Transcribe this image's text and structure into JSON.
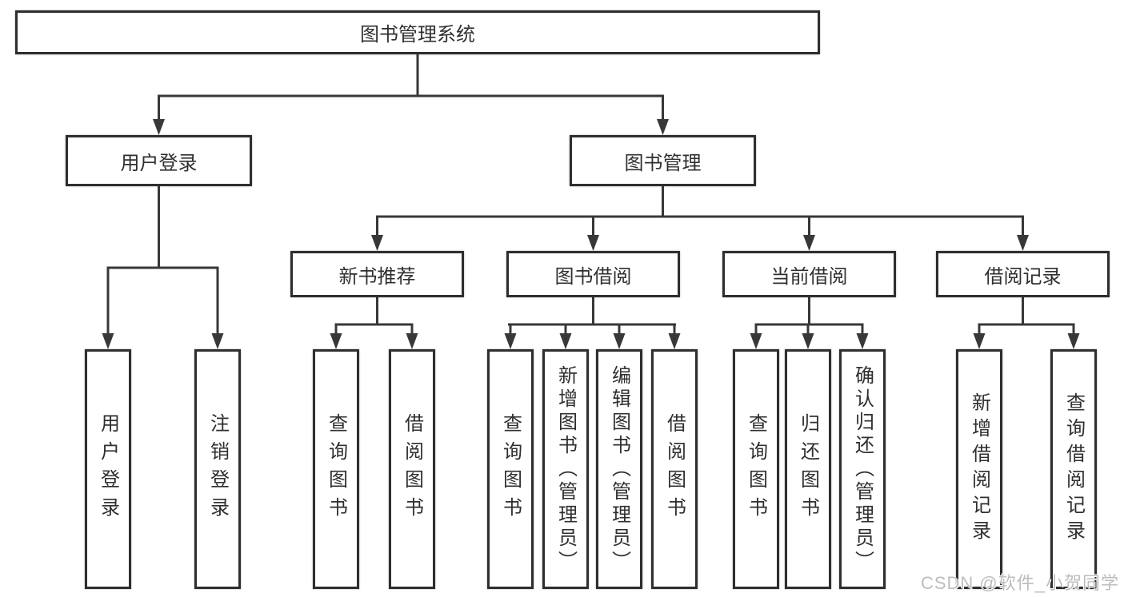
{
  "colors": {
    "line": "#383838",
    "border": "#2e2e2e",
    "text": "#2f2f2f",
    "watermark": "#bdbdbd",
    "background": "#ffffff"
  },
  "watermark": {
    "text": "CSDN @软件_小贺同学"
  },
  "tree": {
    "label": "图书管理系统",
    "children": [
      {
        "label": "用户登录",
        "children": [
          {
            "label": "用户登录"
          },
          {
            "label": "注销登录"
          }
        ]
      },
      {
        "label": "图书管理",
        "children": [
          {
            "label": "新书推荐",
            "children": [
              {
                "label": "查询图书"
              },
              {
                "label": "借阅图书"
              }
            ]
          },
          {
            "label": "图书借阅",
            "children": [
              {
                "label": "查询图书"
              },
              {
                "label": "新增图书（管理员）"
              },
              {
                "label": "编辑图书（管理员）"
              },
              {
                "label": "借阅图书"
              }
            ]
          },
          {
            "label": "当前借阅",
            "children": [
              {
                "label": "查询图书"
              },
              {
                "label": "归还图书"
              },
              {
                "label": "确认归还（管理员）"
              }
            ]
          },
          {
            "label": "借阅记录",
            "children": [
              {
                "label": "新增借阅记录"
              },
              {
                "label": "查询借阅记录"
              }
            ]
          }
        ]
      }
    ]
  }
}
